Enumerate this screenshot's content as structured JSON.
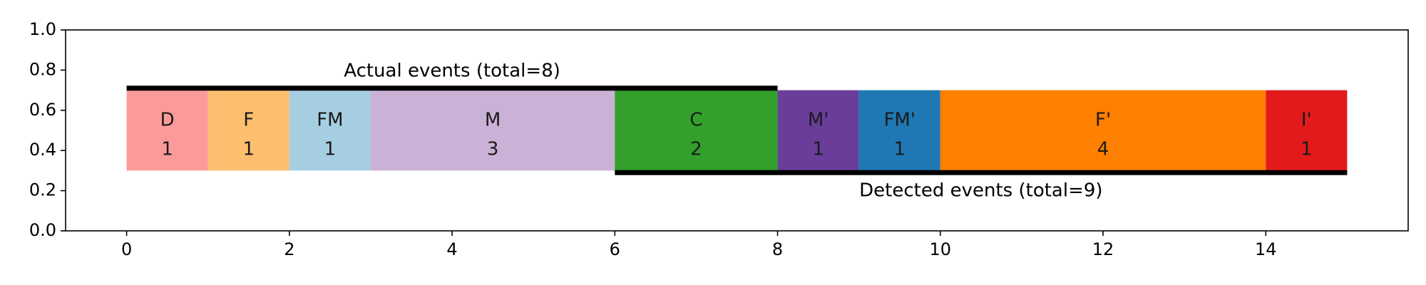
{
  "chart_data": {
    "type": "bar",
    "orientation": "horizontal-stacked",
    "segments": [
      {
        "name": "D",
        "start": 0,
        "end": 1,
        "count": 1,
        "color": "#fb9a99"
      },
      {
        "name": "F",
        "start": 1,
        "end": 2,
        "count": 1,
        "color": "#fdbf6f"
      },
      {
        "name": "FM",
        "start": 2,
        "end": 3,
        "count": 1,
        "color": "#a6cee3"
      },
      {
        "name": "M",
        "start": 3,
        "end": 6,
        "count": 3,
        "color": "#cab2d6"
      },
      {
        "name": "C",
        "start": 6,
        "end": 8,
        "count": 2,
        "color": "#33a02c"
      },
      {
        "name": "M'",
        "start": 8,
        "end": 9,
        "count": 1,
        "color": "#6a3d9a"
      },
      {
        "name": "FM'",
        "start": 9,
        "end": 10,
        "count": 1,
        "color": "#1f78b4"
      },
      {
        "name": "F'",
        "start": 10,
        "end": 14,
        "count": 4,
        "color": "#ff7f00"
      },
      {
        "name": "I'",
        "start": 14,
        "end": 15,
        "count": 1,
        "color": "#e31a1c"
      }
    ],
    "bar_y": [
      0.3,
      0.7
    ],
    "annotations": [
      {
        "text": "Actual events (total=8)",
        "x_start": 0,
        "x_end": 8,
        "y": 0.71,
        "position": "above"
      },
      {
        "text": "Detected events (total=9)",
        "x_start": 6,
        "x_end": 15,
        "y": 0.29,
        "position": "below"
      }
    ],
    "xlim": [
      -0.75,
      15.75
    ],
    "ylim": [
      0.0,
      1.0
    ],
    "xticks": [
      "0",
      "2",
      "4",
      "6",
      "8",
      "10",
      "12",
      "14"
    ],
    "yticks": [
      "0.0",
      "0.2",
      "0.4",
      "0.6",
      "0.8",
      "1.0"
    ],
    "grid": false,
    "title": "",
    "xlabel": "",
    "ylabel": ""
  }
}
